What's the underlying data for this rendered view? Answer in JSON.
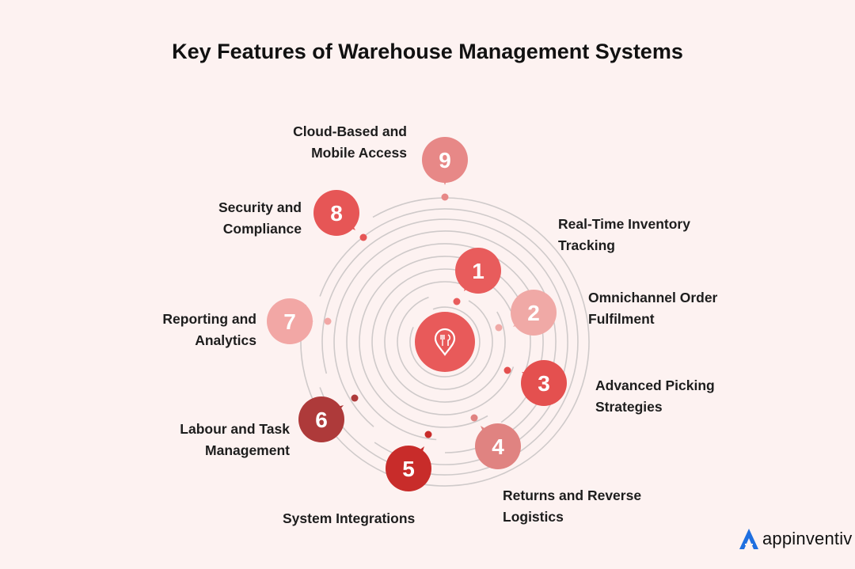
{
  "title": "Key Features of Warehouse Management Systems",
  "center_icon": "warehouse-location-pin-icon",
  "features": [
    {
      "number": "1",
      "lines": [
        "Real-Time Inventory",
        "Tracking"
      ],
      "color": "#e85c5c"
    },
    {
      "number": "2",
      "lines": [
        "Omnichannel Order",
        "Fulfilment"
      ],
      "color": "#f0a9a6"
    },
    {
      "number": "3",
      "lines": [
        "Advanced Picking",
        "Strategies"
      ],
      "color": "#e4504f"
    },
    {
      "number": "4",
      "lines": [
        "Returns and Reverse",
        "Logistics"
      ],
      "color": "#e08381"
    },
    {
      "number": "5",
      "lines": [
        "System Integrations"
      ],
      "color": "#c82c2a"
    },
    {
      "number": "6",
      "lines": [
        "Labour and Task",
        "Management"
      ],
      "color": "#ae3a3a"
    },
    {
      "number": "7",
      "lines": [
        "Reporting and",
        "Analytics"
      ],
      "color": "#f2a7a5"
    },
    {
      "number": "8",
      "lines": [
        "Security and",
        "Compliance"
      ],
      "color": "#e65656"
    },
    {
      "number": "9",
      "lines": [
        "Cloud-Based and",
        "Mobile Access"
      ],
      "color": "#e78887"
    }
  ],
  "brand": {
    "name": "appinventiv",
    "icon": "appinventiv-logo-icon",
    "color": "#1f6fe0"
  }
}
